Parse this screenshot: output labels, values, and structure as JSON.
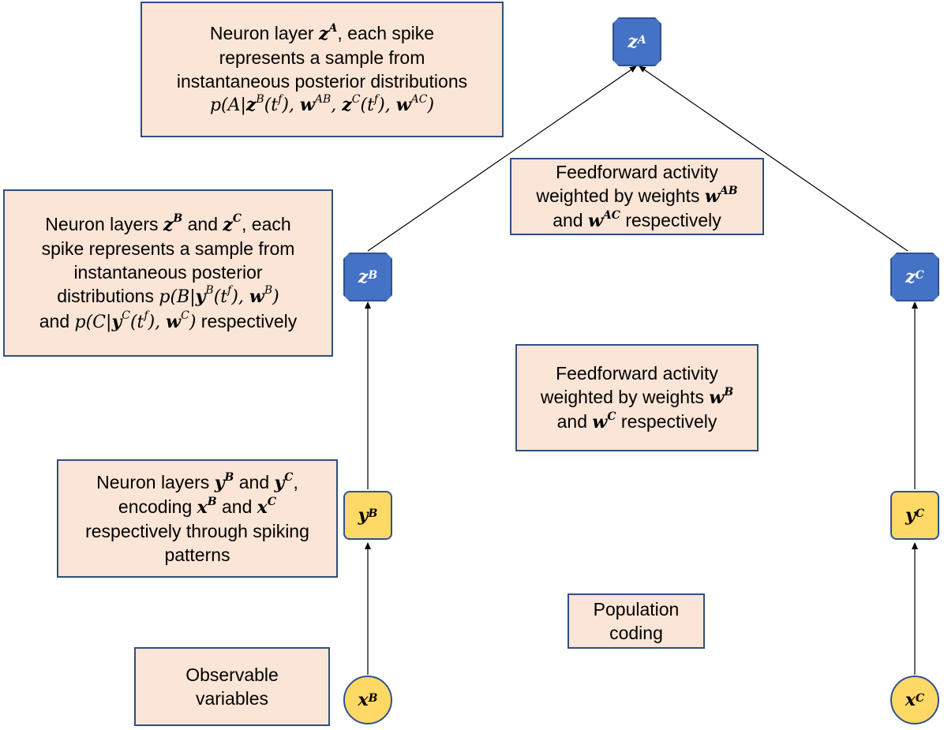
{
  "nodes": {
    "zA": {
      "base": "z",
      "sup": "A"
    },
    "zB": {
      "base": "z",
      "sup": "B"
    },
    "zC": {
      "base": "z",
      "sup": "C"
    },
    "yB": {
      "base": "y",
      "sup": "B"
    },
    "yC": {
      "base": "y",
      "sup": "C"
    },
    "xB": {
      "base": "x",
      "sup": "B"
    },
    "xC": {
      "base": "x",
      "sup": "C"
    }
  },
  "boxes": {
    "box_zA": {
      "line1_pre": "Neuron layer ",
      "line1_post": ", each spike",
      "line2": "represents a sample from",
      "line3": "instantaneous posterior distributions",
      "line4": "p(A|z^B(t^f), w^AB, z^C(t^f), w^AC)"
    },
    "box_zBC": {
      "line1_pre": "Neuron layers ",
      "line1_mid": " and ",
      "line1_post": ", each",
      "line2": "spike represents a sample from",
      "line3": "instantaneous posterior",
      "line4_pre": "distributions ",
      "line5_pre": "and ",
      "line5_post": " respectively"
    },
    "box_ff1": {
      "line1": "Feedforward activity",
      "line2_pre": "weighted by weights ",
      "line3_pre": "and ",
      "line3_post": " respectively"
    },
    "box_ff2": {
      "line1": "Feedforward activity",
      "line2_pre": "weighted by weights ",
      "line3_pre": "and ",
      "line3_post": " respectively"
    },
    "box_y": {
      "line1_pre": "Neuron layers ",
      "line1_mid": " and ",
      "line1_post": ",",
      "line2_pre": "encoding ",
      "line2_mid": " and ",
      "line3": "respectively through spiking",
      "line4": "patterns"
    },
    "box_pop": {
      "line1": "Population",
      "line2": "coding"
    },
    "box_obs": {
      "line1": "Observable",
      "line2": "variables"
    }
  }
}
